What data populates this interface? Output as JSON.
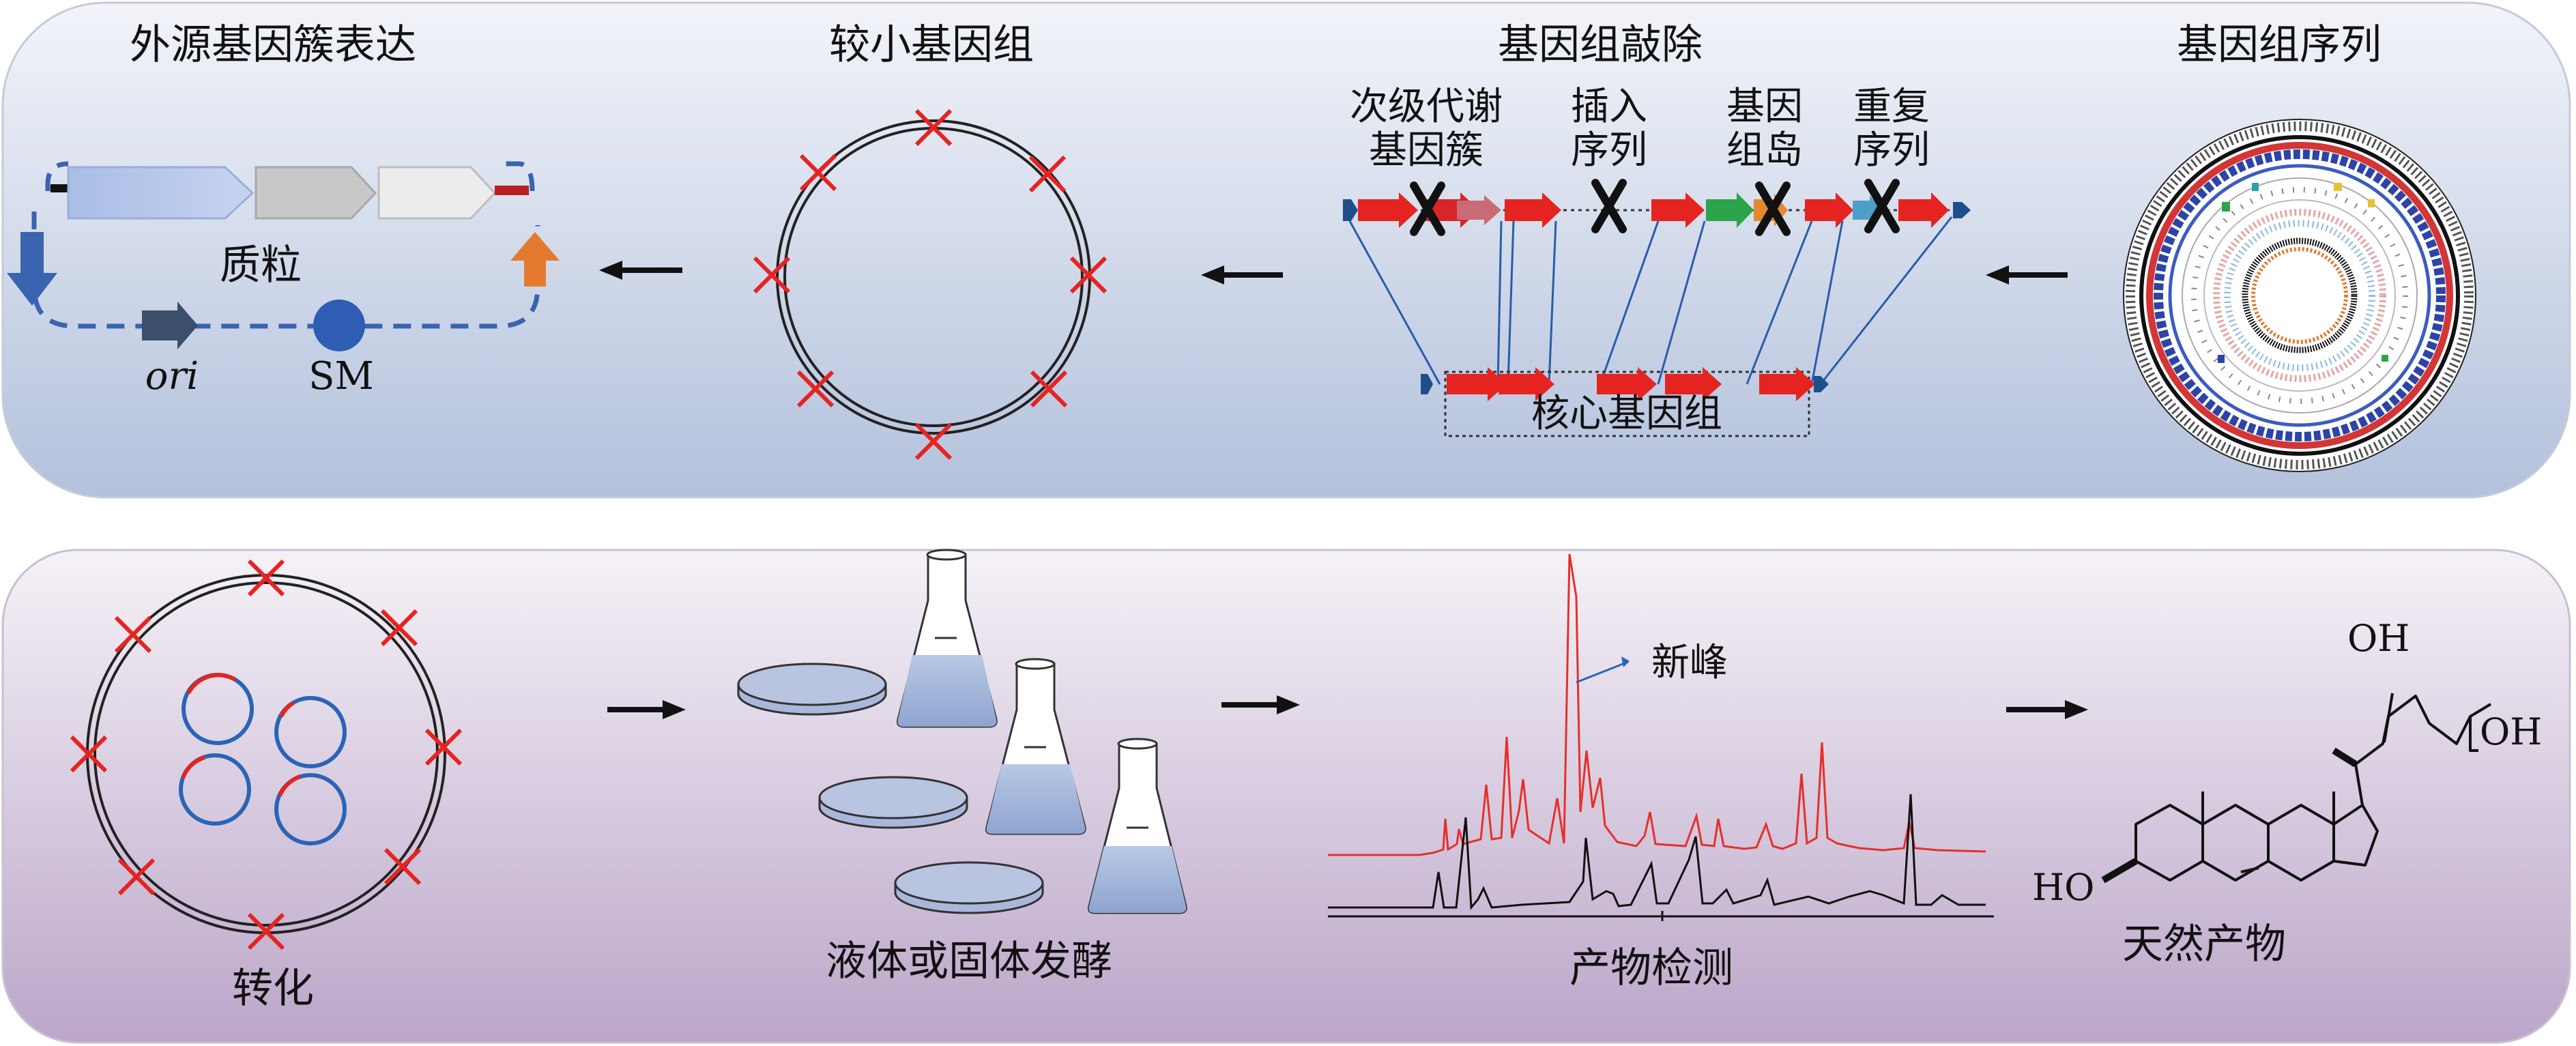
{
  "top_panel": {
    "titles": {
      "heterologous": "外源基因簇表达",
      "small_genome": "较小基因组",
      "deletion": "基因组敲除",
      "sequence": "基因组序列"
    },
    "plasmid": {
      "label": "质粒",
      "ori": "ori",
      "sm": "SM"
    },
    "deletion_labels": {
      "secondary": "次级代谢\n基因簇",
      "insertion": "插入\n序列",
      "island": "基因\n组岛",
      "repeat": "重复\n序列",
      "core": "核心基因组"
    }
  },
  "bottom_panel": {
    "transform": "转化",
    "fermentation": "液体或固体发酵",
    "detection": "产物检测",
    "new_peak": "新峰",
    "natural_product": "天然产物",
    "oh_top": "OH",
    "oh_right": "OH",
    "ho_left": "HO"
  },
  "colors": {
    "top_panel_bg": "#c9d3e6",
    "bottom_panel_bg": "#cdbfd6",
    "deletion_red": "#e52421",
    "gene_arrow_blue": "#1f4e8c",
    "plasmid_blue": "#3a64b0",
    "resistance_orange": "#e47a2e",
    "island_green": "#2ca44a",
    "chromatogram_red": "#e5302a",
    "chromatogram_black": "#111111"
  }
}
